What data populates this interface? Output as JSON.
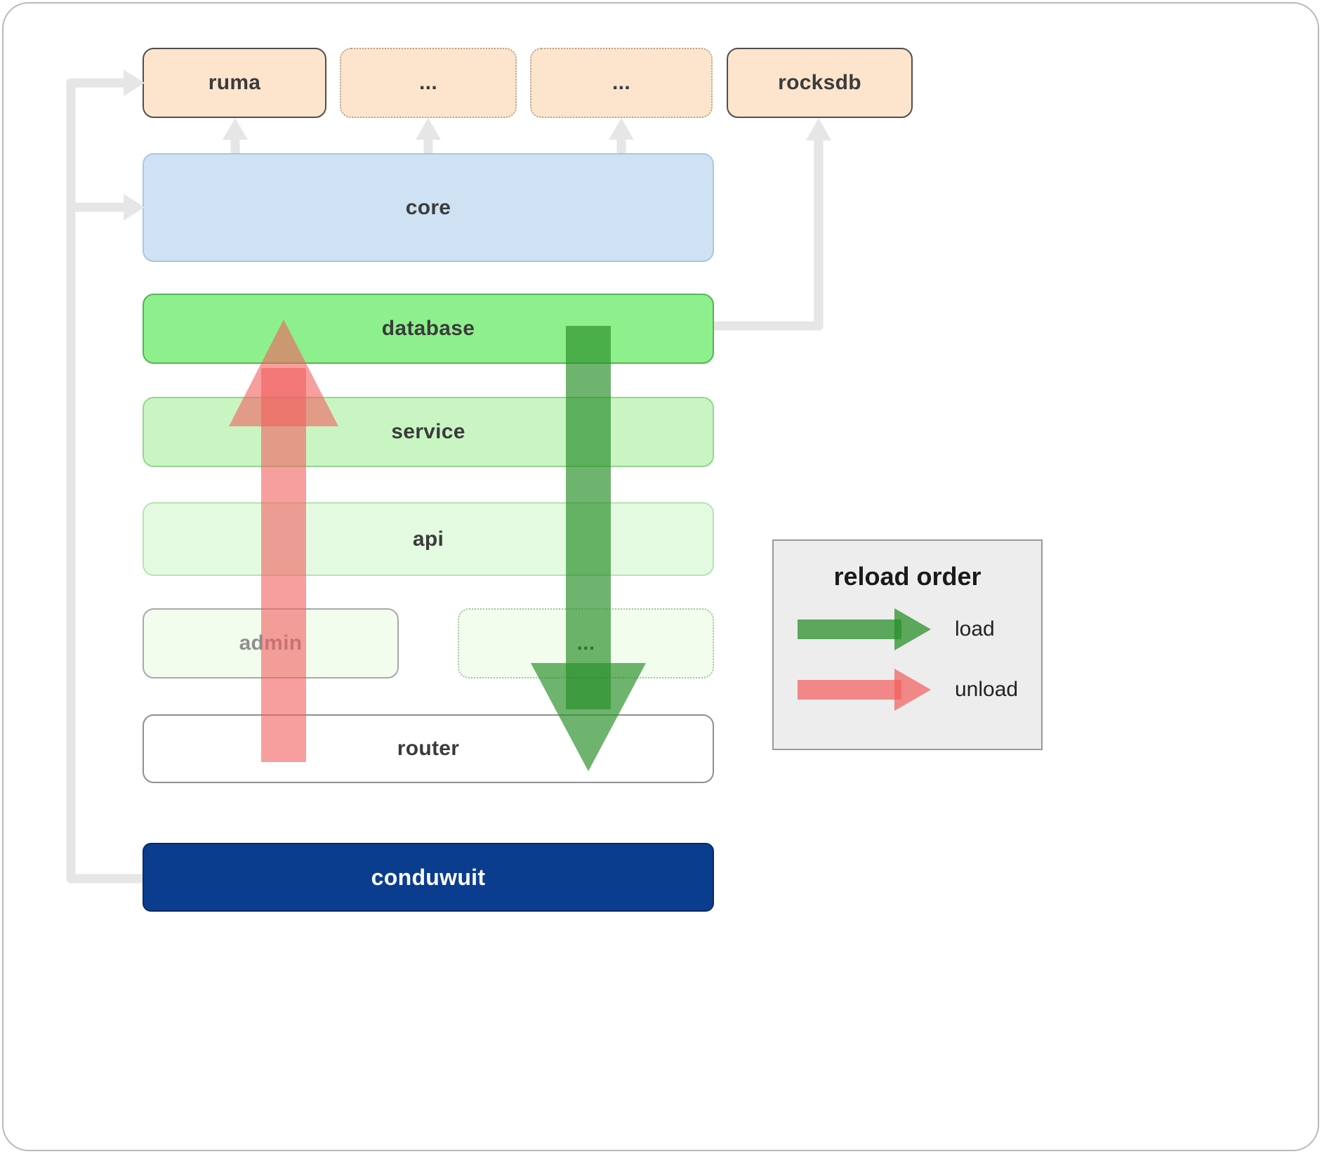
{
  "colors": {
    "peach": "#fce4cd",
    "blue": "#cfe2f3",
    "blue_border": "#a8c7e6",
    "db_green": "#8ef08c",
    "db_green_border": "#57b357",
    "service_green": "#c9f5c3",
    "service_green_border": "#93d790",
    "api_green": "#e4fae0",
    "api_green_border": "#b6e4b1",
    "admin_green": "#f2fdee",
    "dotted_border": "#b5a58f",
    "navy": "#0b3d8f",
    "navy_border": "#072a66",
    "arrow_gray": "#e6e6e6",
    "load_green": "#2a8f2a",
    "unload_red": "#f25f5f",
    "label_dark": "#3b3b3b",
    "label_muted": "#8f8f8f",
    "legend_bg": "#ededed",
    "legend_border": "#9a9a9a"
  },
  "boxes": {
    "ruma": "ruma",
    "dep2": "...",
    "dep3": "...",
    "rocksdb": "rocksdb",
    "core": "core",
    "database": "database",
    "service": "service",
    "api": "api",
    "admin": "admin",
    "admin_more": "...",
    "router": "router",
    "conduwuit": "conduwuit"
  },
  "legend": {
    "title": "reload order",
    "load_label": "load",
    "unload_label": "unload"
  }
}
